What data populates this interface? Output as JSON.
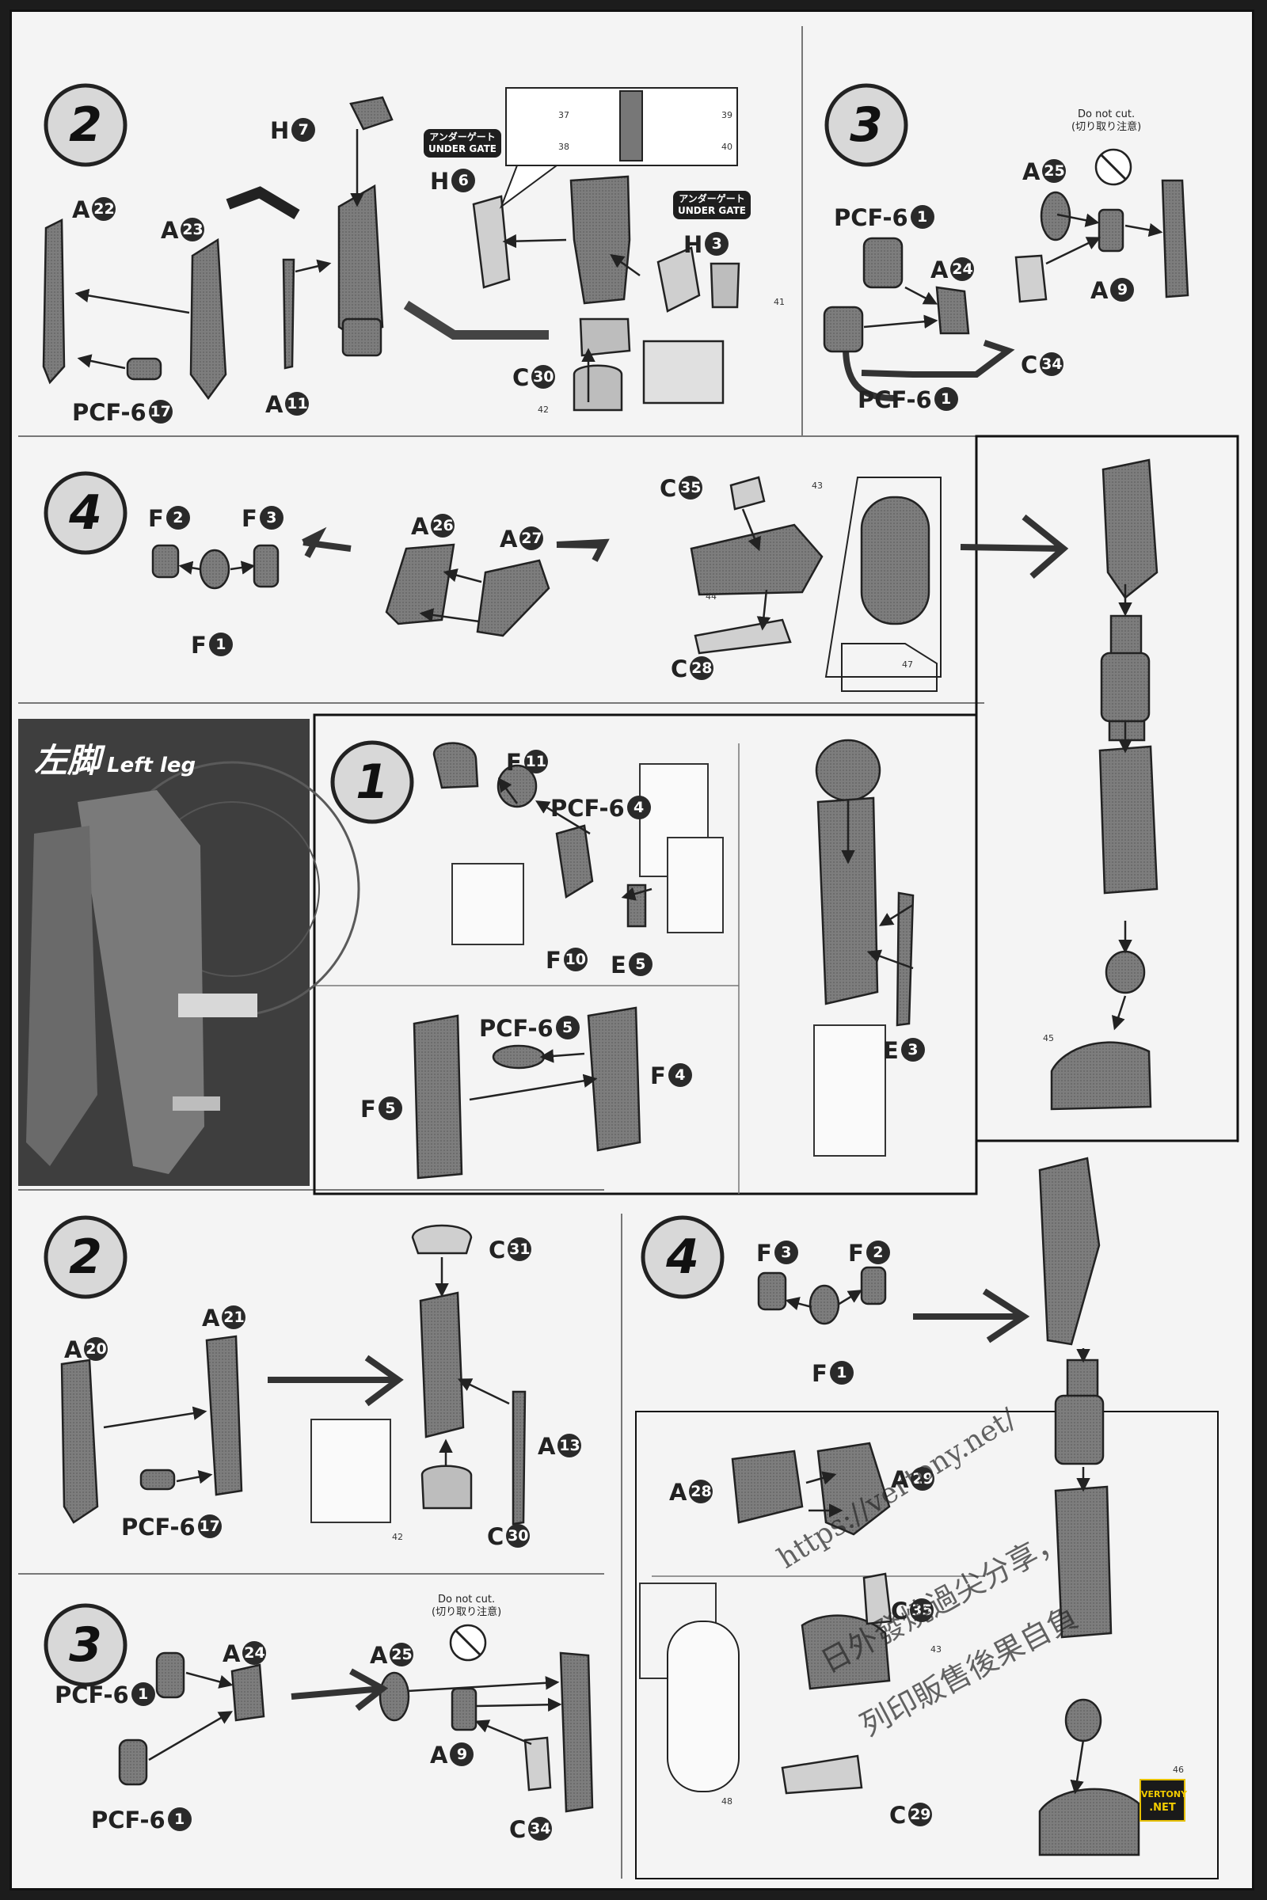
{
  "right_leg_continued": {
    "step2": {
      "number": "2",
      "parts": {
        "a22": {
          "letter": "A",
          "num": "22"
        },
        "a23": {
          "letter": "A",
          "num": "23"
        },
        "pcf17": {
          "letter": "PCF-6",
          "num": "17"
        },
        "a11": {
          "letter": "A",
          "num": "11"
        },
        "h7": {
          "letter": "H",
          "num": "7"
        },
        "h6": {
          "letter": "H",
          "num": "6"
        },
        "h3": {
          "letter": "H",
          "num": "3"
        },
        "c30": {
          "letter": "C",
          "num": "30"
        }
      },
      "under_gate_jp": "アンダーゲート",
      "under_gate_en": "UNDER GATE",
      "stickers": [
        "37",
        "38",
        "39",
        "40",
        "41",
        "42"
      ]
    },
    "step3": {
      "number": "3",
      "parts": {
        "a25": {
          "letter": "A",
          "num": "25"
        },
        "pcf1_top": {
          "letter": "PCF-6",
          "num": "1"
        },
        "a24": {
          "letter": "A",
          "num": "24"
        },
        "a9": {
          "letter": "A",
          "num": "9"
        },
        "c34": {
          "letter": "C",
          "num": "34"
        },
        "pcf1_bottom": {
          "letter": "PCF-6",
          "num": "1"
        }
      },
      "do_not_cut_en": "Do not cut.",
      "do_not_cut_jp": "(切り取り注意)"
    },
    "step4": {
      "number": "4",
      "parts": {
        "f2": {
          "letter": "F",
          "num": "2"
        },
        "f3": {
          "letter": "F",
          "num": "3"
        },
        "f1": {
          "letter": "F",
          "num": "1"
        },
        "a26": {
          "letter": "A",
          "num": "26"
        },
        "a27": {
          "letter": "A",
          "num": "27"
        },
        "c35": {
          "letter": "C",
          "num": "35"
        },
        "c28": {
          "letter": "C",
          "num": "28"
        }
      },
      "stickers": [
        "43",
        "44",
        "47",
        "45"
      ]
    }
  },
  "left_leg": {
    "title_jp": "左脚",
    "title_en": "Left leg",
    "step1": {
      "number": "1",
      "parts": {
        "f11": {
          "letter": "F",
          "num": "11"
        },
        "pcf4": {
          "letter": "PCF-6",
          "num": "4"
        },
        "f10": {
          "letter": "F",
          "num": "10"
        },
        "e5": {
          "letter": "E",
          "num": "5"
        },
        "pcf5": {
          "letter": "PCF-6",
          "num": "5"
        },
        "f4": {
          "letter": "F",
          "num": "4"
        },
        "f5": {
          "letter": "F",
          "num": "5"
        },
        "e3": {
          "letter": "E",
          "num": "3"
        }
      }
    },
    "step2": {
      "number": "2",
      "parts": {
        "c31": {
          "letter": "C",
          "num": "31"
        },
        "a21": {
          "letter": "A",
          "num": "21"
        },
        "a20": {
          "letter": "A",
          "num": "20"
        },
        "a13": {
          "letter": "A",
          "num": "13"
        },
        "pcf17": {
          "letter": "PCF-6",
          "num": "17"
        },
        "c30": {
          "letter": "C",
          "num": "30"
        }
      },
      "stickers": [
        "42"
      ]
    },
    "step3": {
      "number": "3",
      "parts": {
        "a24": {
          "letter": "A",
          "num": "24"
        },
        "pcf1_top": {
          "letter": "PCF-6",
          "num": "1"
        },
        "pcf1_bottom": {
          "letter": "PCF-6",
          "num": "1"
        },
        "a25": {
          "letter": "A",
          "num": "25"
        },
        "a9": {
          "letter": "A",
          "num": "9"
        },
        "c34": {
          "letter": "C",
          "num": "34"
        }
      },
      "do_not_cut_en": "Do not cut.",
      "do_not_cut_jp": "(切り取り注意)"
    },
    "step4": {
      "number": "4",
      "parts": {
        "f3": {
          "letter": "F",
          "num": "3"
        },
        "f2": {
          "letter": "F",
          "num": "2"
        },
        "f1": {
          "letter": "F",
          "num": "1"
        },
        "a28": {
          "letter": "A",
          "num": "28"
        },
        "a29": {
          "letter": "A",
          "num": "29"
        },
        "c35": {
          "letter": "C",
          "num": "35"
        },
        "c29": {
          "letter": "C",
          "num": "29"
        }
      },
      "stickers": [
        "43",
        "48",
        "46"
      ]
    }
  },
  "watermark": {
    "url": "https://vertony.net/",
    "line1": "日外發燒過尖分享，",
    "line2": "列印販售後果自負",
    "badge_top": "VERTONY",
    "badge_bottom": ".NET"
  },
  "colors": {
    "paper": "#f4f4f4",
    "ink": "#222222",
    "part_fill": "#7a7a7a",
    "border": "#111111",
    "badge_gold": "#f2cc00"
  }
}
